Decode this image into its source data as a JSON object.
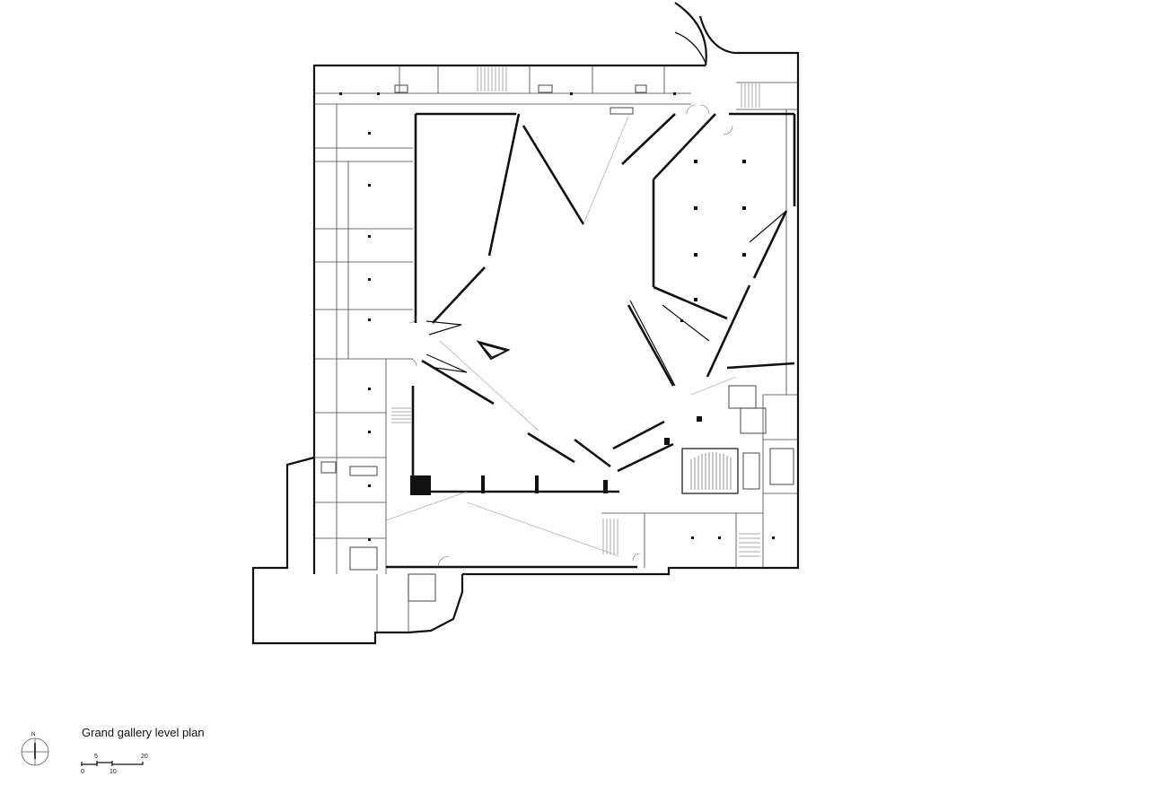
{
  "drawing": {
    "title": "Grand gallery level plan"
  },
  "north_arrow": {
    "label": "N",
    "icon": "north-arrow-icon"
  },
  "scale_bar": {
    "top_labels": [
      "5",
      "20"
    ],
    "bottom_labels": [
      "0",
      "10"
    ]
  },
  "colors": {
    "line": "#111111",
    "thin_line": "#555555",
    "fill_dark": "#111111",
    "background": "#ffffff"
  }
}
